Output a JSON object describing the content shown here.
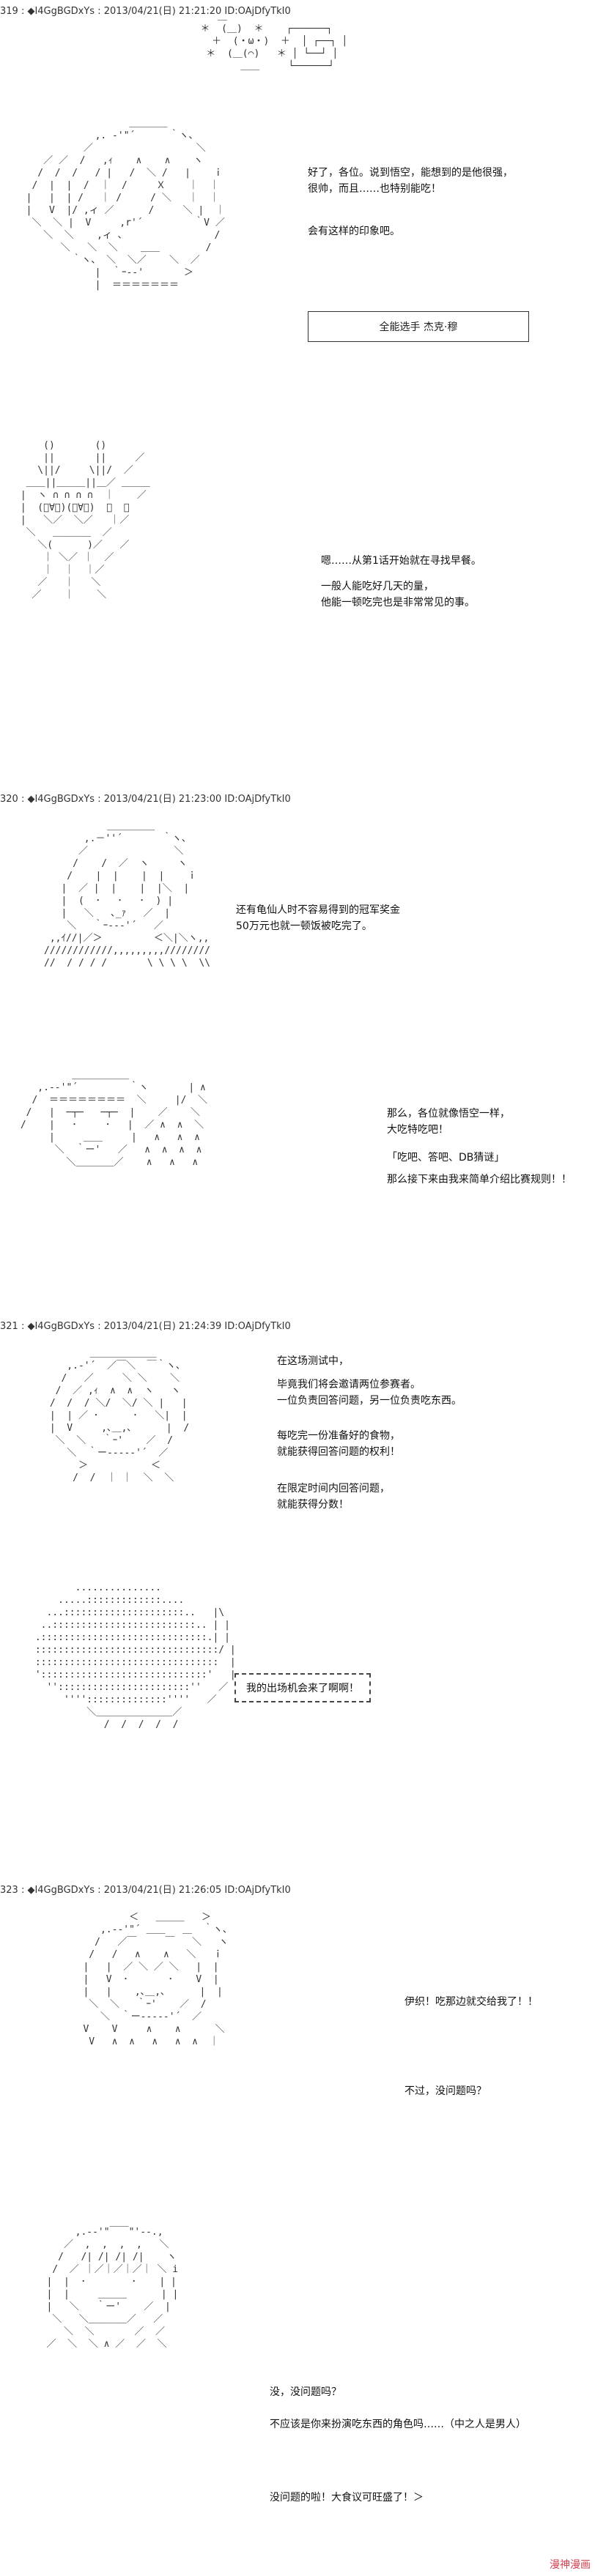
{
  "posts": [
    {
      "header": "319 : ◆I4GgBGDxYs : 2013/04/21(日) 21:21:20 ID:OAjDfyTkI0"
    },
    {
      "header": "320 : ◆I4GgBGDxYs : 2013/04/21(日) 21:23:00 ID:OAjDfyTkI0"
    },
    {
      "header": "321 : ◆I4GgBGDxYs : 2013/04/21(日) 21:24:39 ID:OAjDfyTkI0"
    },
    {
      "header": "323 : ◆I4GgBGDxYs : 2013/04/21(日) 21:26:05 ID:OAjDfyTkI0"
    }
  ],
  "dialogs": {
    "p1a": "好了，各位。说到悟空，能想到的是他很强，\n很帅，而且……也特别能吃！",
    "p1b": "会有这样的印象吧。",
    "p1_box": "全能选手  杰克·穆",
    "p2a": "嗯……从第1话开始就在寻找早餐。",
    "p2b": "一般人能吃好几天的量，\n他能一顿吃完也是非常常见的事。",
    "p3a": "还有龟仙人时不容易得到的冠军奖金\n50万元也就一顿饭被吃完了。",
    "p4a": "那么，各位就像悟空一样，\n大吃特吃吧！",
    "p4b": "「吃吧、答吧、DB猜谜」",
    "p4c": "那么接下来由我来简单介绍比赛规则！！",
    "p5a": "在这场测试中，",
    "p5b": "毕竟我们将会邀请两位参赛者。\n一位负责回答问题，另一位负责吃东西。",
    "p5c": "每吃完一份准备好的食物，\n就能获得回答问题的权利！",
    "p5d": "在限定时间内回答问题，\n就能获得分数！",
    "p5_burst": "我的出场机会来了啊啊！",
    "p6a": "伊织！吃那边就交给我了！！",
    "p6b": "不过，没问题吗？",
    "p7a": "没，没问题吗？",
    "p7b": "不应该是你来扮演吃东西的角色吗……（中之人是男人）",
    "p7c": "没问题的啦！大食议可旺盛了！＞"
  },
  "watermark": "漫神漫画"
}
